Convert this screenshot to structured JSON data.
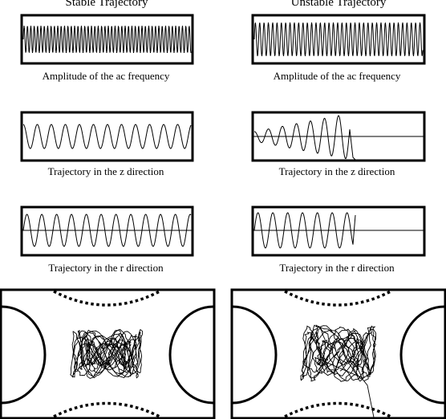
{
  "columns": [
    {
      "heading": "Stable Trajectory",
      "captions": [
        "Amplitude of the ac frequency",
        "Trajectory in the z direction",
        "Trajectory in the r direction"
      ]
    },
    {
      "heading": "Unstable Trajectory",
      "captions": [
        "Amplitude of the ac frequency",
        "Trajectory in the z direction",
        "Trajectory in the r direction"
      ]
    }
  ],
  "colors": {
    "ink": "#000000",
    "background": "#ffffff"
  }
}
